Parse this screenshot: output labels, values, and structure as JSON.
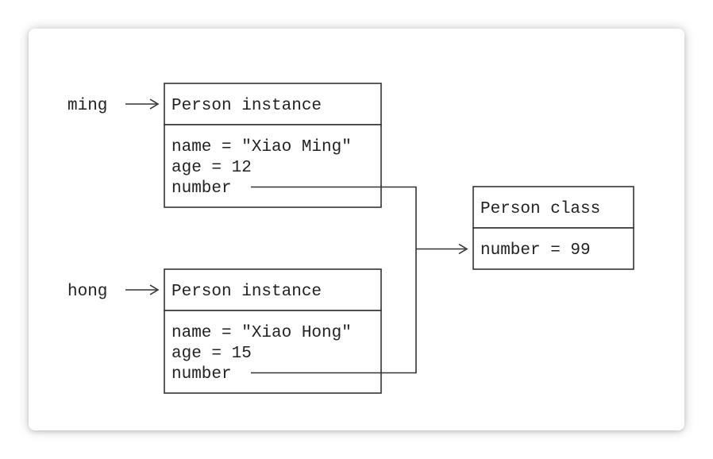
{
  "variables": {
    "ming": {
      "name": "ming",
      "arrow": "——>"
    },
    "hong": {
      "name": "hong",
      "arrow": "——>"
    }
  },
  "instances": [
    {
      "title": "Person instance",
      "fields": [
        "name = \"Xiao Ming\"",
        "age = 12",
        "number"
      ]
    },
    {
      "title": "Person instance",
      "fields": [
        "name = \"Xiao Hong\"",
        "age = 15",
        "number"
      ]
    }
  ],
  "class_box": {
    "title": "Person class",
    "fields": [
      "number = 99"
    ]
  },
  "colors": {
    "stroke": "#333333",
    "text": "#222222",
    "background": "#ffffff"
  }
}
